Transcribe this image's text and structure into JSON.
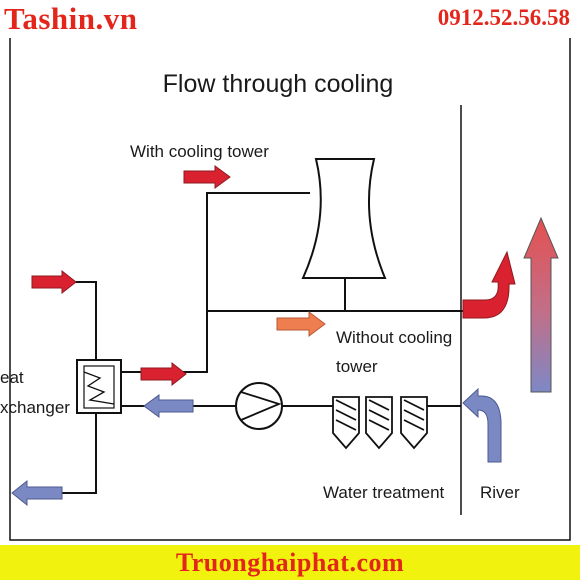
{
  "header": {
    "site_name": "Tashin.vn",
    "phone": "0912.52.56.58"
  },
  "footer": {
    "site_name": "Truonghaiphat.com"
  },
  "diagram": {
    "title": "Flow through cooling",
    "labels": {
      "with_cooling_tower": "With cooling tower",
      "without_line1": "Without cooling",
      "without_line2": "tower",
      "heat_exchanger_line1": "eat",
      "heat_exchanger_line2": "xchanger",
      "water_treatment": "Water treatment",
      "river": "River"
    },
    "colors": {
      "hot_arrow": "#d9212f",
      "warm_arrow": "#ee7d4f",
      "cool_arrow": "#7a89c3",
      "line": "#111111",
      "brand": "#e3261b",
      "footer_bg": "#f2f20f"
    }
  }
}
